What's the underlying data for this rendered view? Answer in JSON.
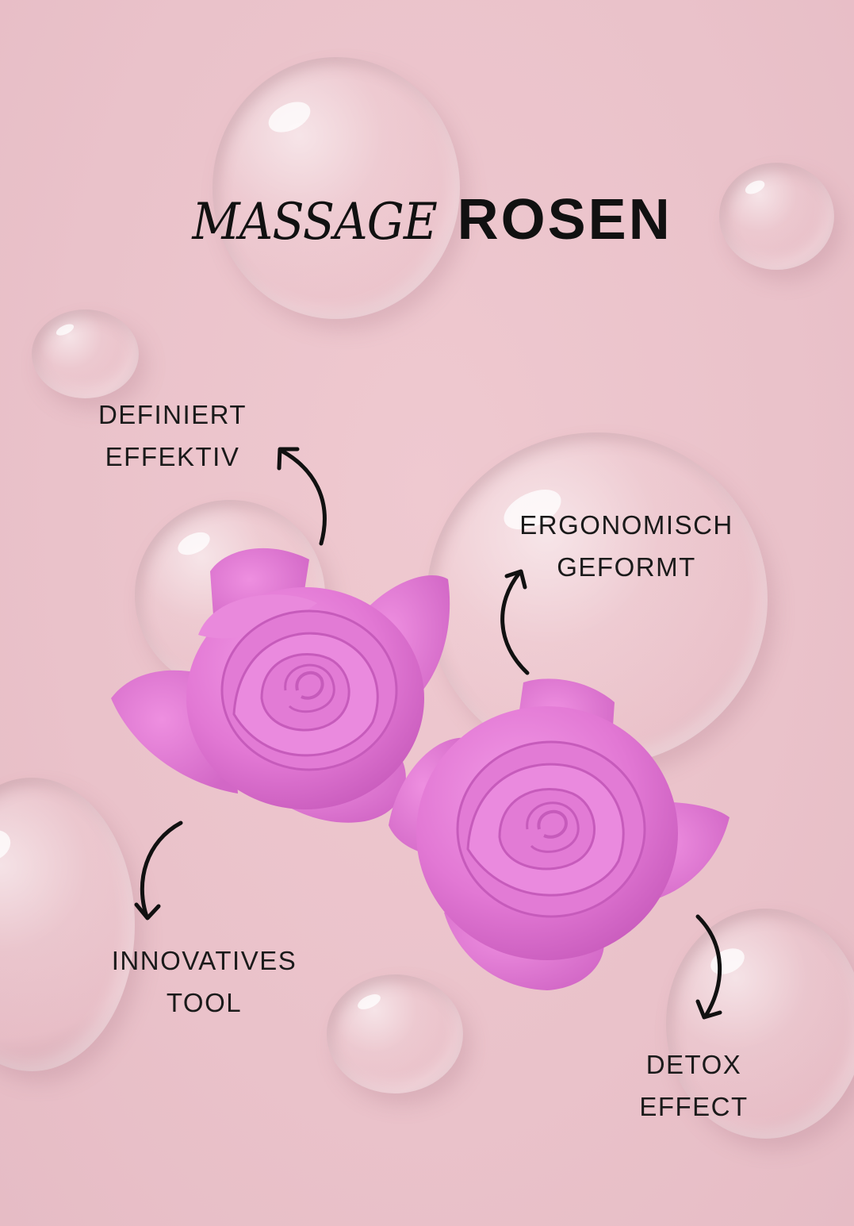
{
  "title": {
    "script": "MASSAGE",
    "bold": "ROSEN"
  },
  "features": [
    {
      "line1": "DEFINIERT",
      "line2": "EFFEKTIV"
    },
    {
      "line1": "ERGONOMISCH",
      "line2": "GEFORMT"
    },
    {
      "line1": "INNOVATIVES",
      "line2": "TOOL"
    },
    {
      "line1": "DETOX",
      "line2": "EFFECT"
    }
  ],
  "colors": {
    "background": "#ebc3cb",
    "rose": "#e47ad6",
    "text": "#111111"
  },
  "icons": [
    "water-droplet-icon",
    "rose-icon",
    "curved-arrow-icon"
  ]
}
